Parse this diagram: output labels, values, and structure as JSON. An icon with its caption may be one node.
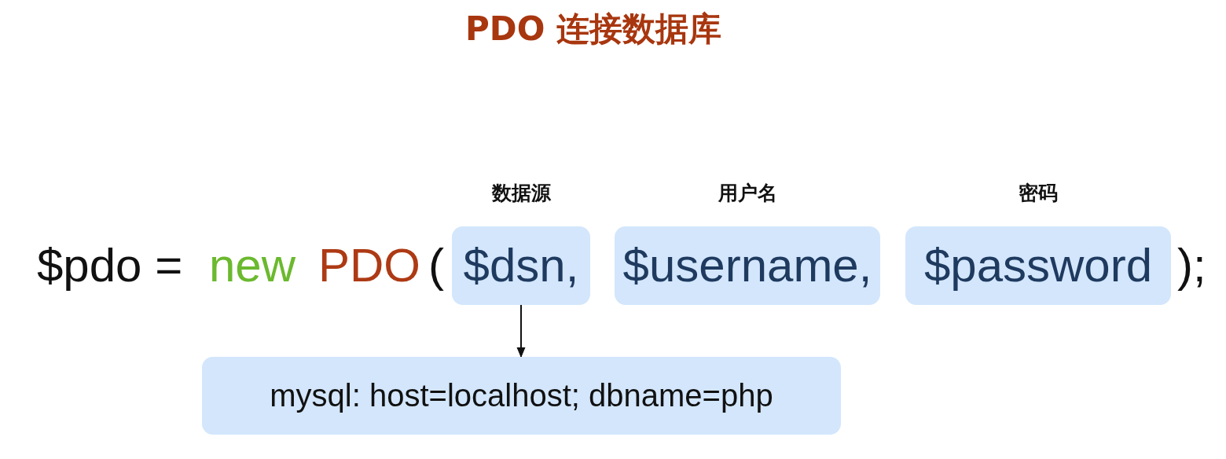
{
  "diagram": {
    "title": "PDO 连接数据库",
    "nodes": [
      {
        "text": [
          "数据源",
          "$dsn,"
        ]
      },
      {
        "text": [
          "用户名",
          "$username,"
        ]
      },
      {
        "text": [
          "密码",
          "$password"
        ]
      },
      {
        "text": [
          "mysql: host=localhost; dbname=php"
        ]
      }
    ],
    "edges": [
      {
        "from": 0,
        "to": 3,
        "arrow": "to"
      }
    ],
    "labels": [
      "$pdo =",
      "new",
      "PDO",
      "(",
      ");"
    ]
  }
}
